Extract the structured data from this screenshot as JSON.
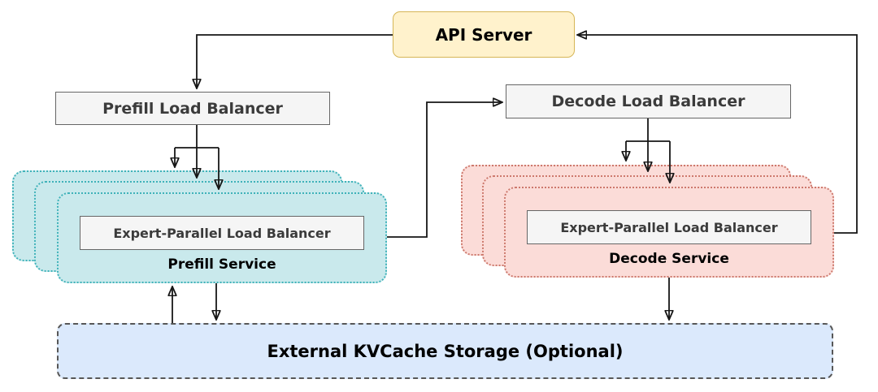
{
  "diagram": {
    "nodes": {
      "api_server": "API Server",
      "prefill_load_balancer": "Prefill Load Balancer",
      "decode_load_balancer": "Decode Load Balancer",
      "prefill_expert_parallel_lb": "Expert-Parallel Load Balancer",
      "prefill_service": "Prefill Service",
      "decode_expert_parallel_lb": "Expert-Parallel Load Balancer",
      "decode_service": "Decode Service",
      "kv_cache": "External KVCache Storage (Optional)"
    },
    "stacks": {
      "prefill_replicas": 3,
      "decode_replicas": 3
    },
    "edges": [
      {
        "from": "API Server",
        "to": "Prefill Load Balancer"
      },
      {
        "from": "Prefill Load Balancer",
        "to": "Prefill Service replica 1"
      },
      {
        "from": "Prefill Load Balancer",
        "to": "Prefill Service replica 2"
      },
      {
        "from": "Prefill Load Balancer",
        "to": "Prefill Service replica 3"
      },
      {
        "from": "Prefill Service",
        "to": "Decode Load Balancer"
      },
      {
        "from": "Decode Load Balancer",
        "to": "Decode Service replica 1"
      },
      {
        "from": "Decode Load Balancer",
        "to": "Decode Service replica 2"
      },
      {
        "from": "Decode Load Balancer",
        "to": "Decode Service replica 3"
      },
      {
        "from": "Decode Service",
        "to": "API Server"
      },
      {
        "from": "External KVCache Storage",
        "to": "Prefill Service"
      },
      {
        "from": "Prefill Service",
        "to": "External KVCache Storage"
      },
      {
        "from": "Decode Service",
        "to": "External KVCache Storage"
      }
    ],
    "colors": {
      "api_fill": "#fff2cc",
      "api_stroke": "#d6b656",
      "lb_fill": "#f5f5f5",
      "lb_stroke": "#666666",
      "prefill_fill": "#c9e9ec",
      "prefill_stroke": "#3fb2b9",
      "decode_fill": "#fbdcd8",
      "decode_stroke": "#cd796d",
      "kv_fill": "#dbe9fc",
      "kv_stroke": "#575757",
      "arrow": "#161616"
    }
  }
}
